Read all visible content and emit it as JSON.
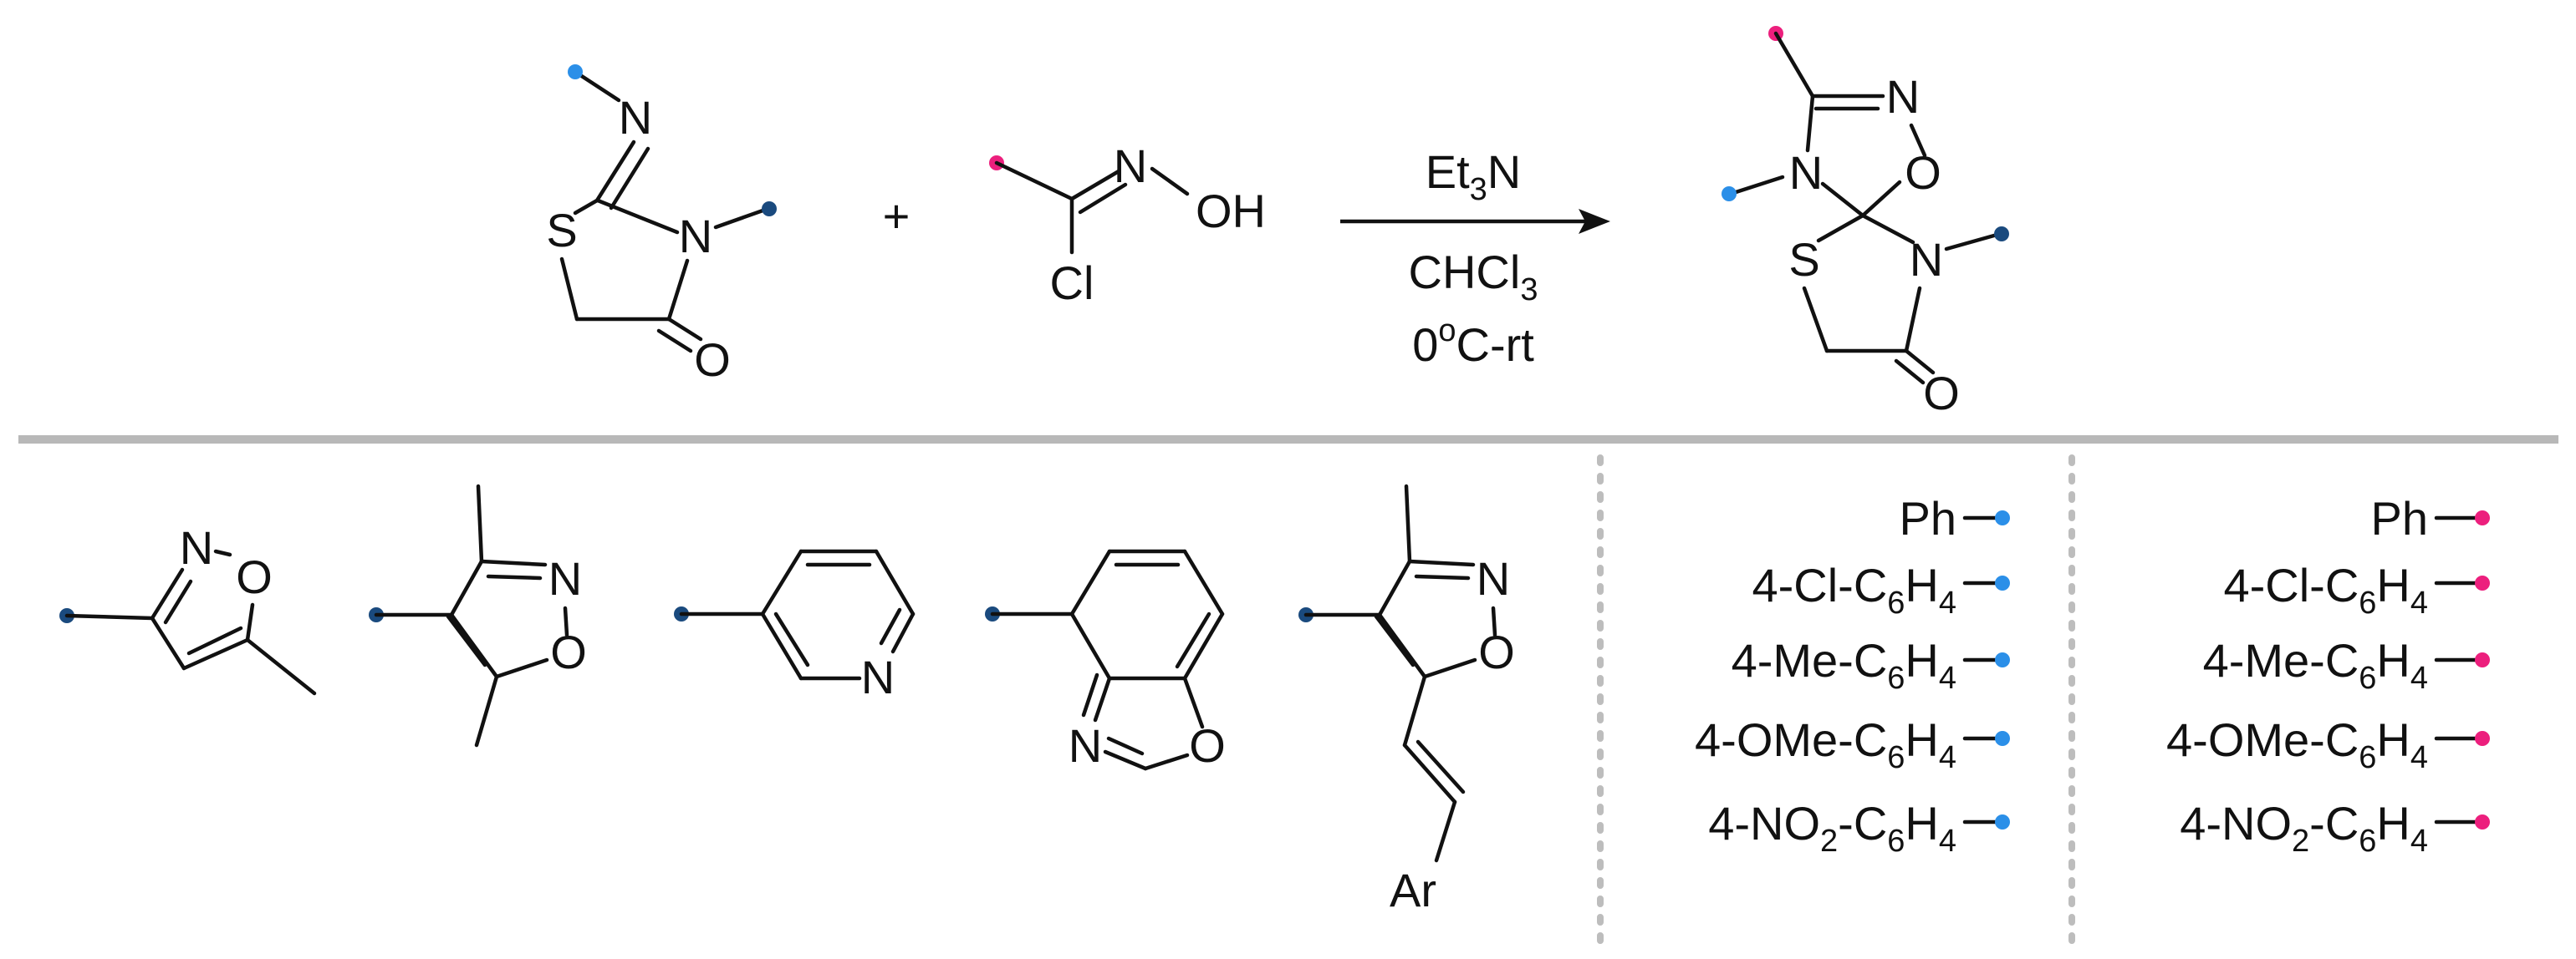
{
  "reaction": {
    "plus": "+",
    "reagent_top_main": "Et",
    "reagent_top_sub": "3",
    "reagent_top_tail": "N",
    "solvent_main": "CHCl",
    "solvent_sub": "3",
    "temp_main": "0",
    "temp_sup": "o",
    "temp_tail": "C-rt"
  },
  "atoms": {
    "N": "N",
    "S": "S",
    "O": "O",
    "OH": "OH",
    "Cl": "Cl",
    "Ar": "Ar"
  },
  "colors": {
    "blue_dot": "#2b8fe8",
    "navy_dot": "#1a4a7e",
    "pink_dot": "#ec1f7d",
    "divider": "#b8b8b8"
  },
  "blue_list": [
    {
      "main": "Ph",
      "sub": "",
      "tail": ""
    },
    {
      "main": "4-Cl-C",
      "sub": "6",
      "tail": "H",
      "sub2": "4"
    },
    {
      "main": "4-Me-C",
      "sub": "6",
      "tail": "H",
      "sub2": "4"
    },
    {
      "main": "4-OMe-C",
      "sub": "6",
      "tail": "H",
      "sub2": "4"
    },
    {
      "main": "4-NO",
      "sub": "2",
      "tail": "-C",
      "sub2": "6",
      "tail2": "H",
      "sub3": "4"
    }
  ],
  "pink_list": [
    {
      "main": "Ph",
      "sub": "",
      "tail": ""
    },
    {
      "main": "4-Cl-C",
      "sub": "6",
      "tail": "H",
      "sub2": "4"
    },
    {
      "main": "4-Me-C",
      "sub": "6",
      "tail": "H",
      "sub2": "4"
    },
    {
      "main": "4-OMe-C",
      "sub": "6",
      "tail": "H",
      "sub2": "4"
    },
    {
      "main": "4-NO",
      "sub": "2",
      "tail": "-C",
      "sub2": "6",
      "tail2": "H",
      "sub3": "4"
    }
  ]
}
